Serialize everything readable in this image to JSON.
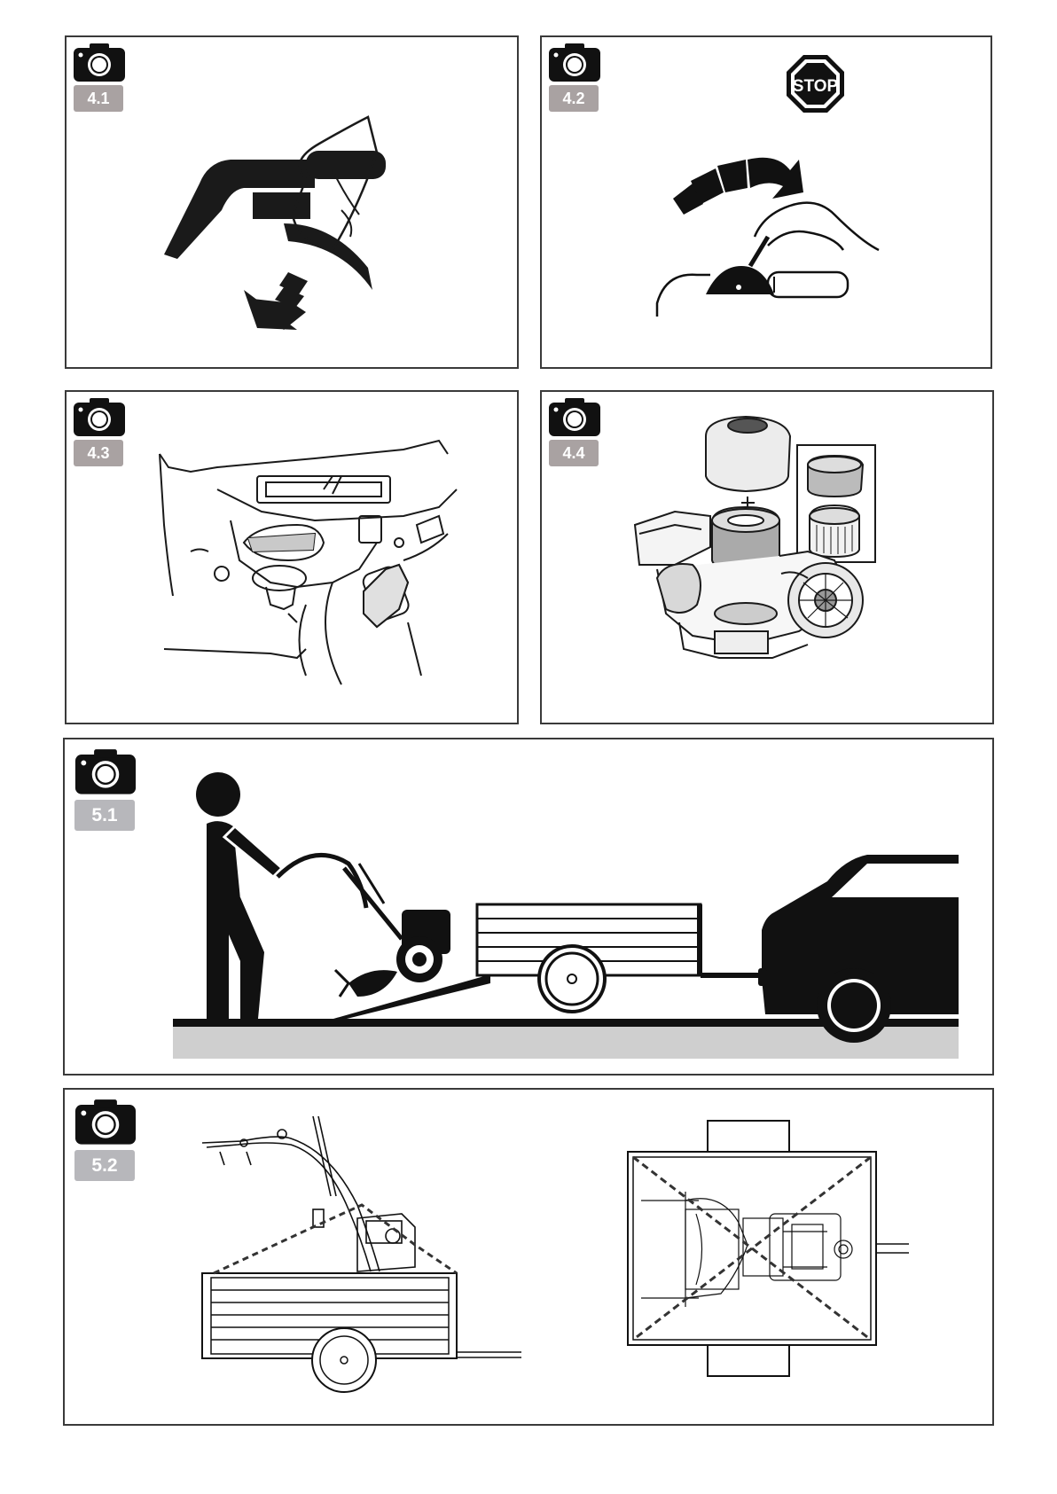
{
  "figures": [
    {
      "id": "fig-4-1",
      "label": "4.1",
      "icon": "camera-icon"
    },
    {
      "id": "fig-4-2",
      "label": "4.2",
      "icon": "camera-icon",
      "sign_text": "STOP"
    },
    {
      "id": "fig-4-3",
      "label": "4.3",
      "icon": "camera-icon"
    },
    {
      "id": "fig-4-4",
      "label": "4.4",
      "icon": "camera-icon"
    },
    {
      "id": "fig-5-1",
      "label": "5.1",
      "icon": "camera-icon"
    },
    {
      "id": "fig-5-2",
      "label": "5.2",
      "icon": "camera-icon"
    }
  ],
  "colors": {
    "line": "#1a1a1a",
    "badge": "#a9a2a2",
    "badge_large": "#b7b7bb",
    "ground": "#cfcfcf"
  }
}
